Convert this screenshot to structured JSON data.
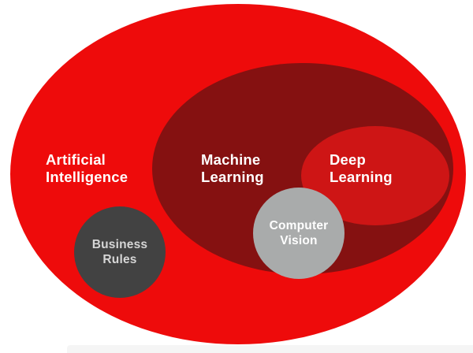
{
  "diagram": {
    "type": "nested-venn",
    "background_color": "#FFFFFF",
    "page_edge_color": "#F5F5F5",
    "sets": [
      {
        "id": "artificial-intelligence",
        "label": "Artificial Intelligence",
        "line1": "Artificial",
        "line2": "Intelligence",
        "shape": "ellipse",
        "color": "#EE0B0B",
        "text_color": "#FFFFFF",
        "contains": [
          "machine-learning",
          "business-rules"
        ]
      },
      {
        "id": "machine-learning",
        "label": "Machine Learning",
        "line1": "Machine",
        "line2": "Learning",
        "shape": "ellipse",
        "color": "#851111",
        "text_color": "#FFFFFF",
        "contains": [
          "deep-learning",
          "computer-vision"
        ]
      },
      {
        "id": "deep-learning",
        "label": "Deep Learning",
        "line1": "Deep",
        "line2": "Learning",
        "shape": "ellipse",
        "color": "#CE1515",
        "text_color": "#FFFFFF",
        "contains": []
      },
      {
        "id": "computer-vision",
        "label": "Computer Vision",
        "line1": "Computer",
        "line2": "Vision",
        "shape": "circle",
        "color": "#A9ABAB",
        "text_color": "#FFFFFF",
        "contains": []
      },
      {
        "id": "business-rules",
        "label": "Business Rules",
        "line1": "Business",
        "line2": "Rules",
        "shape": "circle",
        "color": "#424242",
        "text_color": "#D6D6D6",
        "contains": []
      }
    ]
  }
}
